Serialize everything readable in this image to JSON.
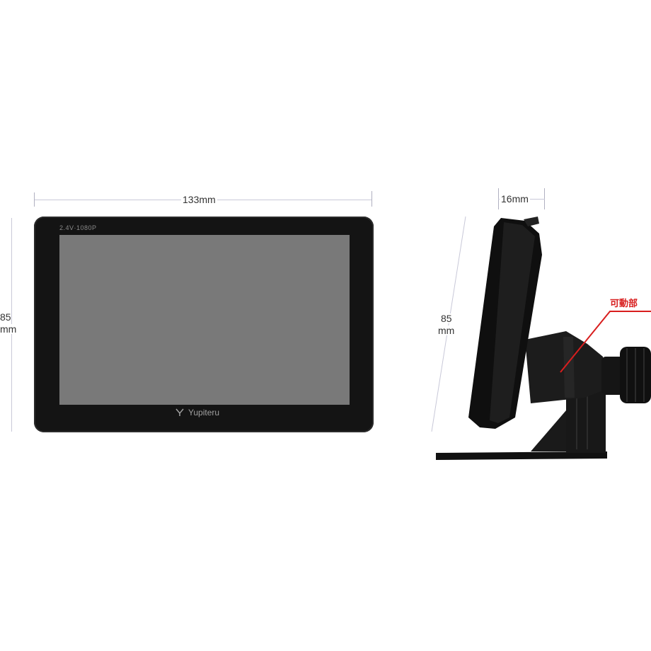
{
  "colors": {
    "device_body": "#141414",
    "screen": "#797979",
    "dimension_line": "#c8c8d8",
    "dimension_text": "#333333",
    "callout": "#d81e1e",
    "background": "#ffffff"
  },
  "front_view": {
    "width_label": "133mm",
    "height_label_line1": "85",
    "height_label_line2": "mm",
    "bezel_top_text": "2.4V·1080P",
    "logo_text": "Yupiteru",
    "logo_icon": "y-logo-icon"
  },
  "side_view": {
    "depth_label": "16mm",
    "height_label_line1": "85",
    "height_label_line2": "mm",
    "callout_label": "可動部"
  }
}
